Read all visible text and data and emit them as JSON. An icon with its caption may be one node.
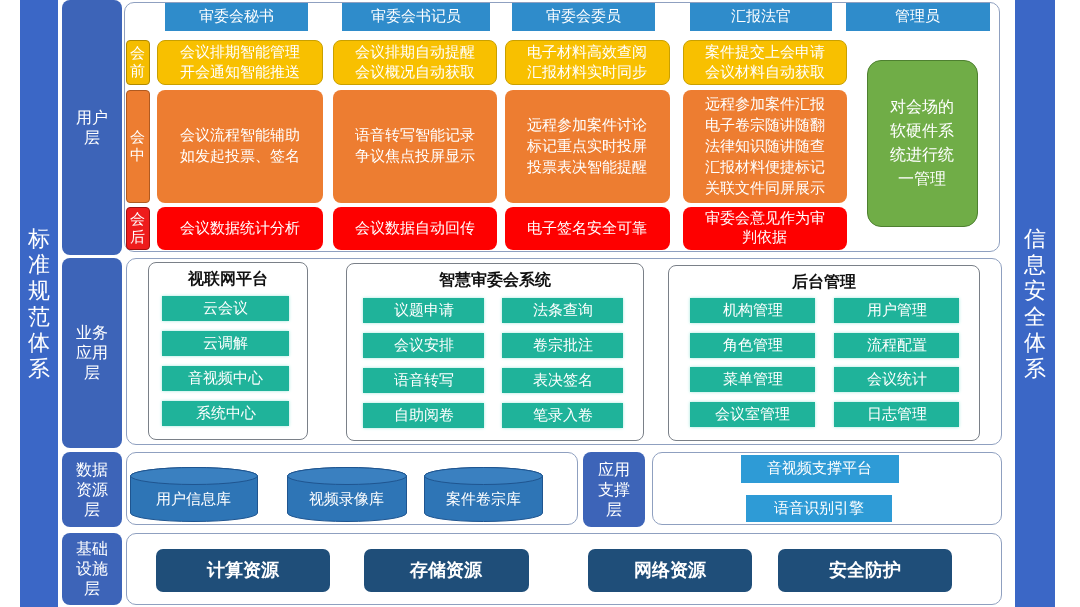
{
  "diagram": {
    "nodes": [
      {
        "text": [
          "标准规范体系"
        ]
      },
      {
        "text": [
          "用户层"
        ]
      },
      {
        "text": [],
        "shape": "box"
      },
      {
        "text": [
          "审委会秘书"
        ],
        "in": 2
      },
      {
        "text": [
          "审委会书记员"
        ],
        "in": 2
      },
      {
        "text": [
          "审委会委员"
        ],
        "in": 2
      },
      {
        "text": [
          "汇报法官"
        ],
        "in": 2
      },
      {
        "text": [
          "管理员"
        ],
        "in": 2
      },
      {
        "text": [
          "会前"
        ],
        "in": 2
      },
      {
        "text": [
          "会议排期智能管理开会通知智能推送"
        ],
        "in": 2
      },
      {
        "text": [
          "会议排期自动提醒会议概况自动获取"
        ],
        "in": 2
      },
      {
        "text": [
          "电子材料高效查阅汇报材料实时同步"
        ],
        "in": 2
      },
      {
        "text": [
          "案件提交上会申请会议材料自动获取"
        ],
        "in": 2
      },
      {
        "text": [
          "对会场的软硬件系统进行统一管理"
        ],
        "in": 2
      },
      {
        "text": [
          "会中"
        ],
        "in": 2
      },
      {
        "text": [
          "会议流程智能辅助如发起投票、签名"
        ],
        "in": 2
      },
      {
        "text": [
          "语音转写智能记录争议焦点投屏显示"
        ],
        "in": 2
      },
      {
        "text": [
          "远程参加案件讨论标记重点实时投屏投票表决智能提醒"
        ],
        "in": 2
      },
      {
        "text": [
          "远程参加案件汇报电子卷宗随讲随翻法律知识随讲随查汇报材料便捷标记关联文件同屏展示"
        ],
        "in": 2
      },
      {
        "text": [
          "会后"
        ],
        "in": 2
      },
      {
        "text": [
          "会议数据统计分析"
        ],
        "in": 2
      },
      {
        "text": [
          "会议数据自动回传"
        ],
        "in": 2
      },
      {
        "text": [
          "电子签名安全可靠"
        ],
        "in": 2
      },
      {
        "text": [
          "审委会意见作为审判依据"
        ],
        "in": 2
      },
      {
        "text": [
          "业务应用层"
        ]
      },
      {
        "text": [],
        "shape": "box"
      },
      {
        "text": [
          "视联网平台"
        ],
        "in": 25
      },
      {
        "text": [
          "云会议"
        ],
        "in": 26
      },
      {
        "text": [
          "云调解"
        ],
        "in": 26
      },
      {
        "text": [
          "音视频中心"
        ],
        "in": 26
      },
      {
        "text": [
          "系统中心"
        ],
        "in": 26
      },
      {
        "text": [
          "智慧审委会系统"
        ],
        "in": 25
      },
      {
        "text": [
          "议题申请"
        ],
        "in": 31
      },
      {
        "text": [
          "法条查询"
        ],
        "in": 31
      },
      {
        "text": [
          "会议安排"
        ],
        "in": 31
      },
      {
        "text": [
          "卷宗批注"
        ],
        "in": 31
      },
      {
        "text": [
          "语音转写"
        ],
        "in": 31
      },
      {
        "text": [
          "表决签名"
        ],
        "in": 31
      },
      {
        "text": [
          "自助阅卷"
        ],
        "in": 31
      },
      {
        "text": [
          "笔录入卷"
        ],
        "in": 31
      },
      {
        "text": [
          "后台管理"
        ],
        "in": 25
      },
      {
        "text": [
          "机构管理"
        ],
        "in": 40
      },
      {
        "text": [
          "用户管理"
        ],
        "in": 40
      },
      {
        "text": [
          "角色管理"
        ],
        "in": 40
      },
      {
        "text": [
          "流程配置"
        ],
        "in": 40
      },
      {
        "text": [
          "菜单管理"
        ],
        "in": 40
      },
      {
        "text": [
          "会议统计"
        ],
        "in": 40
      },
      {
        "text": [
          "会议室管理"
        ],
        "in": 40
      },
      {
        "text": [
          "日志管理"
        ],
        "in": 40
      },
      {
        "text": [
          "数据资源层"
        ]
      },
      {
        "text": [],
        "shape": "box"
      },
      {
        "text": [
          "用户信息库"
        ],
        "in": 50
      },
      {
        "text": [
          "视频录像库"
        ],
        "in": 50
      },
      {
        "text": [
          "案件卷宗库"
        ],
        "in": 50
      },
      {
        "text": [
          "应用支撑层"
        ]
      },
      {
        "text": [],
        "shape": "box"
      },
      {
        "text": [
          "音视频支撑平台"
        ],
        "in": 55
      },
      {
        "text": [
          "语音识别引擎"
        ],
        "in": 55
      },
      {
        "text": [
          "基础设施层"
        ]
      },
      {
        "text": [],
        "shape": "box"
      },
      {
        "text": [
          "计算资源"
        ],
        "in": 59
      },
      {
        "text": [
          "存储资源"
        ],
        "in": 59
      },
      {
        "text": [
          "网络资源"
        ],
        "in": 59
      },
      {
        "text": [
          "安全防护"
        ],
        "in": 59
      },
      {
        "text": [
          "信息安全体系"
        ]
      }
    ]
  }
}
